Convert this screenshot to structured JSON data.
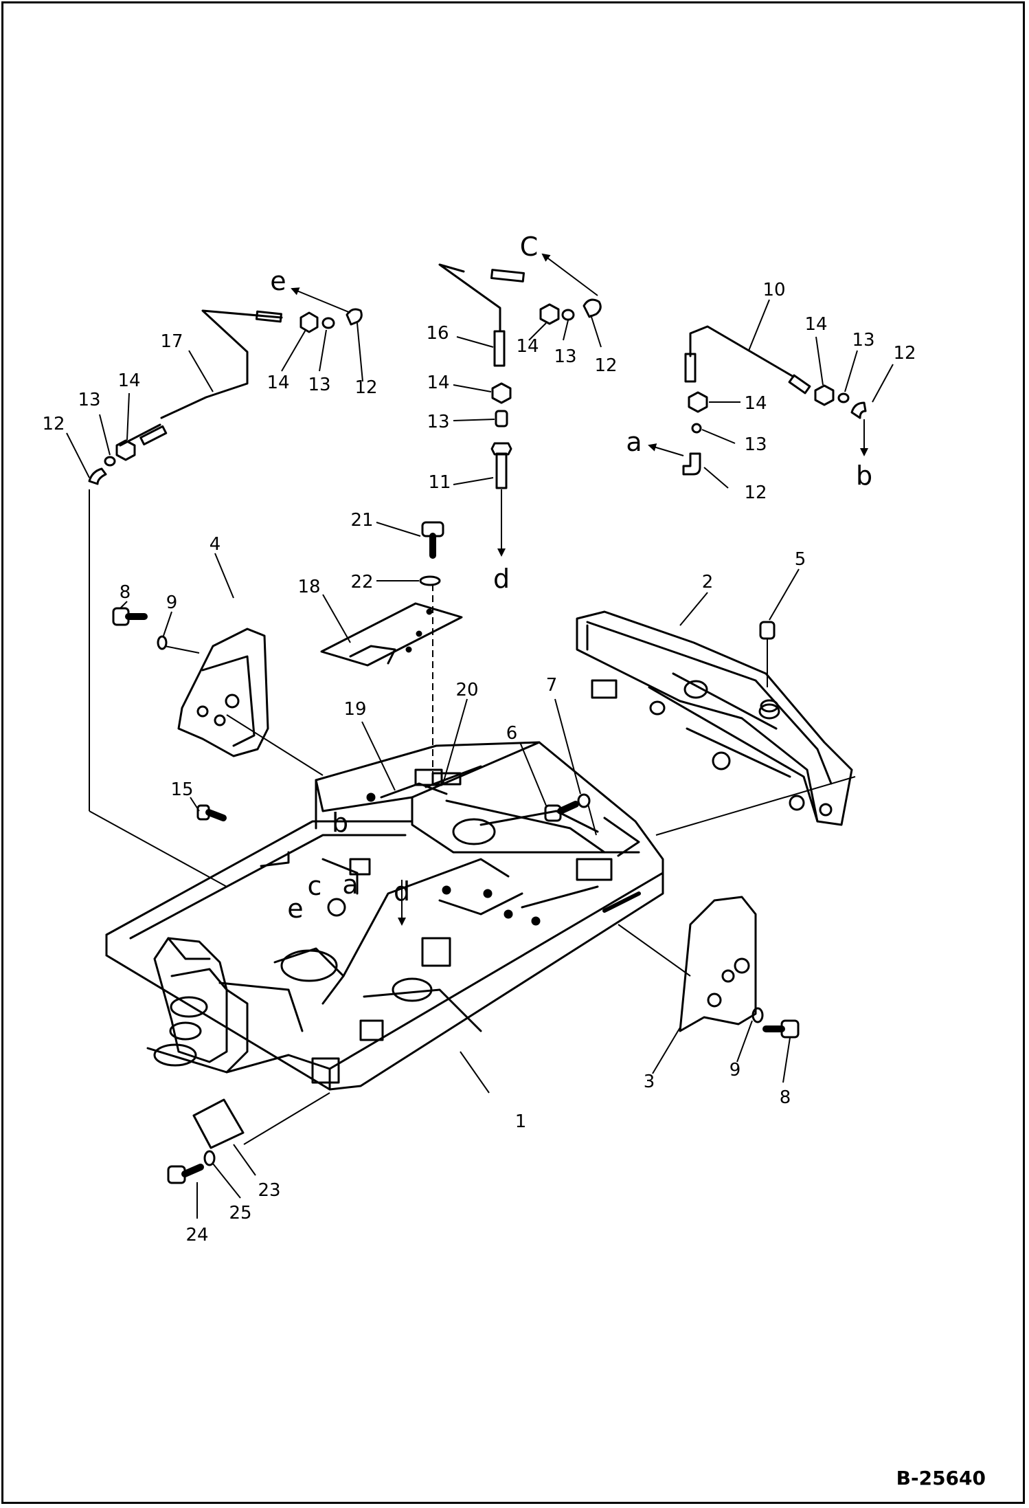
{
  "doc_number": "B-25640",
  "callouts": [
    {
      "id": "c1",
      "label": "1"
    },
    {
      "id": "c2",
      "label": "2"
    },
    {
      "id": "c3",
      "label": "3"
    },
    {
      "id": "c4",
      "label": "4"
    },
    {
      "id": "c5",
      "label": "5"
    },
    {
      "id": "c6",
      "label": "6"
    },
    {
      "id": "c7",
      "label": "7"
    },
    {
      "id": "c8a",
      "label": "8"
    },
    {
      "id": "c8b",
      "label": "8"
    },
    {
      "id": "c9a",
      "label": "9"
    },
    {
      "id": "c9b",
      "label": "9"
    },
    {
      "id": "c10",
      "label": "10"
    },
    {
      "id": "c11",
      "label": "11"
    },
    {
      "id": "c12a",
      "label": "12"
    },
    {
      "id": "c12b",
      "label": "12"
    },
    {
      "id": "c12c",
      "label": "12"
    },
    {
      "id": "c12d",
      "label": "12"
    },
    {
      "id": "c12e",
      "label": "12"
    },
    {
      "id": "c13a",
      "label": "13"
    },
    {
      "id": "c13b",
      "label": "13"
    },
    {
      "id": "c13c",
      "label": "13"
    },
    {
      "id": "c13d",
      "label": "13"
    },
    {
      "id": "c13e",
      "label": "13"
    },
    {
      "id": "c13f",
      "label": "13"
    },
    {
      "id": "c14a",
      "label": "14"
    },
    {
      "id": "c14b",
      "label": "14"
    },
    {
      "id": "c14c",
      "label": "14"
    },
    {
      "id": "c14d",
      "label": "14"
    },
    {
      "id": "c14e",
      "label": "14"
    },
    {
      "id": "c14f",
      "label": "14"
    },
    {
      "id": "c15",
      "label": "15"
    },
    {
      "id": "c16",
      "label": "16"
    },
    {
      "id": "c17",
      "label": "17"
    },
    {
      "id": "c18",
      "label": "18"
    },
    {
      "id": "c19",
      "label": "19"
    },
    {
      "id": "c20",
      "label": "20"
    },
    {
      "id": "c21",
      "label": "21"
    },
    {
      "id": "c22",
      "label": "22"
    },
    {
      "id": "c23",
      "label": "23"
    },
    {
      "id": "c24",
      "label": "24"
    },
    {
      "id": "c25",
      "label": "25"
    }
  ],
  "connection_letters": [
    {
      "id": "l_e_top",
      "label": "e"
    },
    {
      "id": "l_c_top",
      "label": "C"
    },
    {
      "id": "l_a_top",
      "label": "a"
    },
    {
      "id": "l_b_top",
      "label": "b"
    },
    {
      "id": "l_d_top",
      "label": "d"
    },
    {
      "id": "l_b_frame",
      "label": "b"
    },
    {
      "id": "l_c_frame",
      "label": "c"
    },
    {
      "id": "l_a_frame",
      "label": "a"
    },
    {
      "id": "l_e_frame",
      "label": "e"
    },
    {
      "id": "l_d_frame",
      "label": "d"
    }
  ]
}
